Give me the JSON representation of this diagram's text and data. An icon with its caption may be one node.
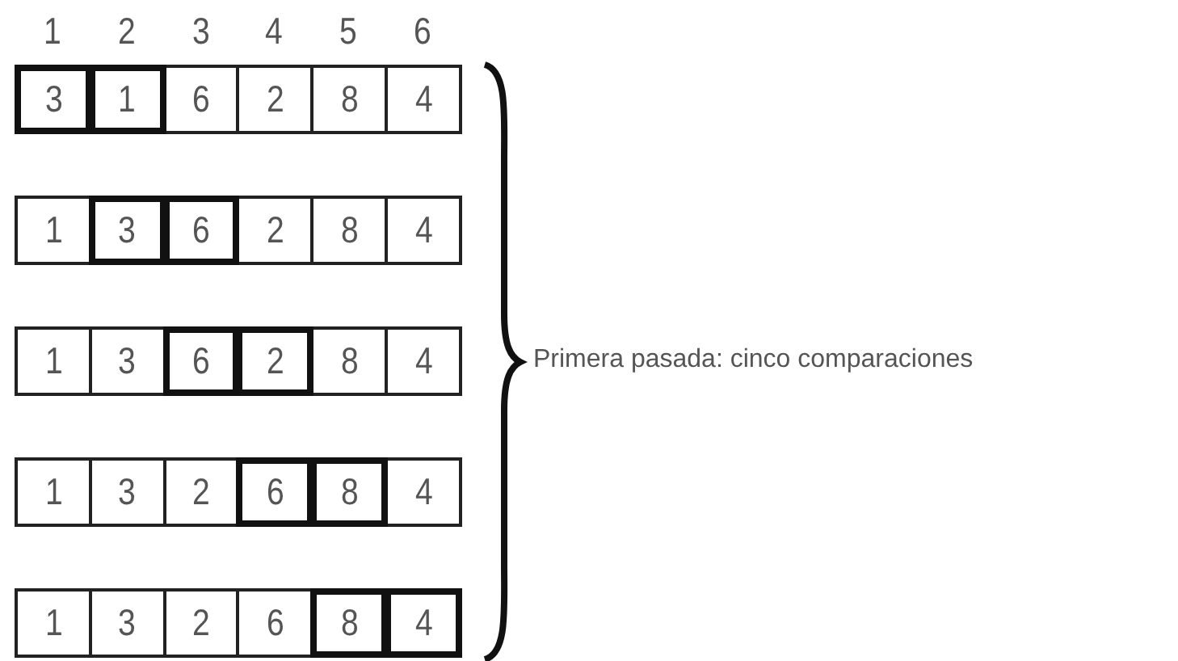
{
  "diagram": {
    "nodes": [
      {
        "text": [
          "3"
        ]
      },
      {
        "text": [
          "1"
        ]
      },
      {
        "text": [
          "6"
        ]
      },
      {
        "text": [
          "2"
        ]
      },
      {
        "text": [
          "8"
        ]
      },
      {
        "text": [
          "4"
        ]
      },
      {
        "text": [
          "1"
        ]
      },
      {
        "text": [
          "3"
        ]
      },
      {
        "text": [
          "6"
        ]
      },
      {
        "text": [
          "2"
        ]
      },
      {
        "text": [
          "8"
        ]
      },
      {
        "text": [
          "4"
        ]
      },
      {
        "text": [
          "1"
        ]
      },
      {
        "text": [
          "3"
        ]
      },
      {
        "text": [
          "6"
        ]
      },
      {
        "text": [
          "2"
        ]
      },
      {
        "text": [
          "8"
        ]
      },
      {
        "text": [
          "4"
        ]
      },
      {
        "text": [
          "1"
        ]
      },
      {
        "text": [
          "3"
        ]
      },
      {
        "text": [
          "2"
        ]
      },
      {
        "text": [
          "6"
        ]
      },
      {
        "text": [
          "8"
        ]
      },
      {
        "text": [
          "4"
        ]
      },
      {
        "text": [
          "1"
        ]
      },
      {
        "text": [
          "3"
        ]
      },
      {
        "text": [
          "2"
        ]
      },
      {
        "text": [
          "6"
        ]
      },
      {
        "text": [
          "8"
        ]
      },
      {
        "text": [
          "4"
        ]
      }
    ],
    "labels": [
      "1",
      "2",
      "3",
      "4",
      "5",
      "6",
      "Primera pasada: cinco comparaciones"
    ]
  }
}
